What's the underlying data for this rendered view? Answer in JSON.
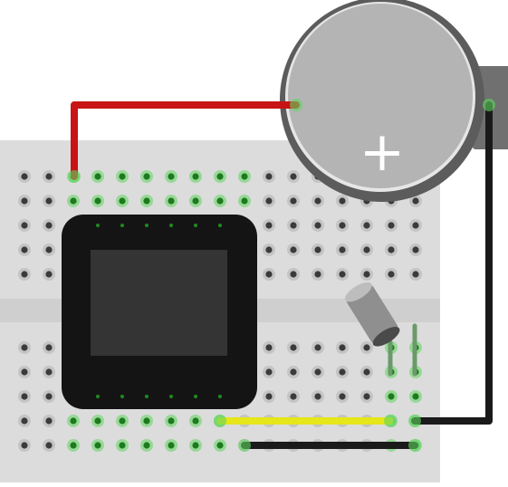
{
  "breadboard": {
    "color": "#dcdcdc",
    "hole_color": "#3b3b3b",
    "hole_ring_color": "#c4c4c4",
    "connected_hole_color": "#1e7a1e",
    "connected_glow_color": "#5fd65f",
    "column_count": 17,
    "top_bank_row_count": 5,
    "bottom_bank_row_count": 5
  },
  "components": {
    "display_module": {
      "body_color": "#141414",
      "screen_color": "#343434",
      "pin_color": "#1f8a1f"
    },
    "coin_cell_battery": {
      "label": "+",
      "case_color": "#5c5c5c",
      "face_color": "#b4b4b4",
      "tab_color": "#707070"
    },
    "sensor": {
      "body_color": "#8f8f8f",
      "lead_color": "#6a9a6a"
    }
  },
  "wires": [
    {
      "id": "red-wire",
      "color": "#c81414"
    },
    {
      "id": "black-wire-battery",
      "color": "#1a1a1a"
    },
    {
      "id": "yellow-wire",
      "color": "#e6e61a"
    },
    {
      "id": "black-wire-bottom",
      "color": "#1a1a1a"
    }
  ]
}
